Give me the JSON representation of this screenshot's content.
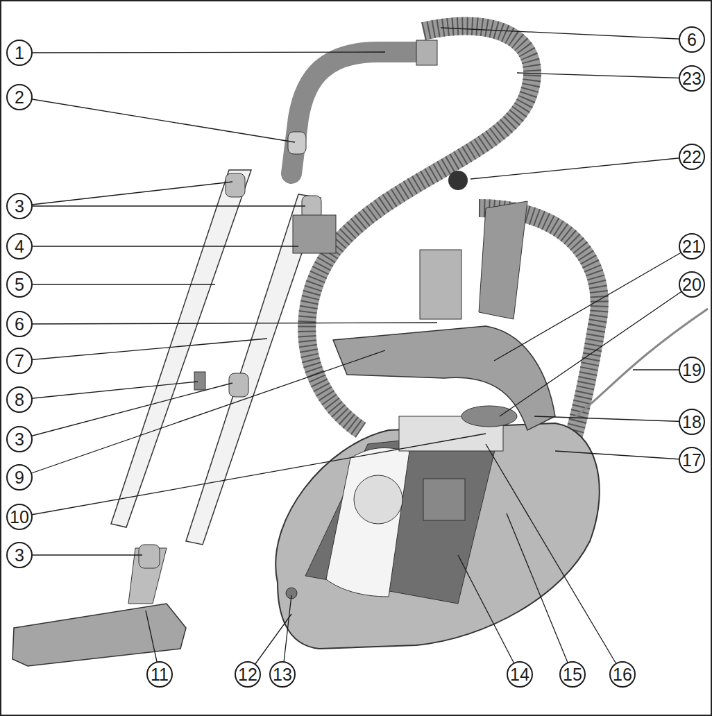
{
  "diagram": {
    "labels": [
      "1",
      "2",
      "3",
      "4",
      "5",
      "6",
      "7",
      "8",
      "3",
      "9",
      "10",
      "3",
      "11",
      "12",
      "13",
      "14",
      "15",
      "16",
      "6",
      "23",
      "22",
      "21",
      "20",
      "19",
      "18",
      "17"
    ]
  }
}
